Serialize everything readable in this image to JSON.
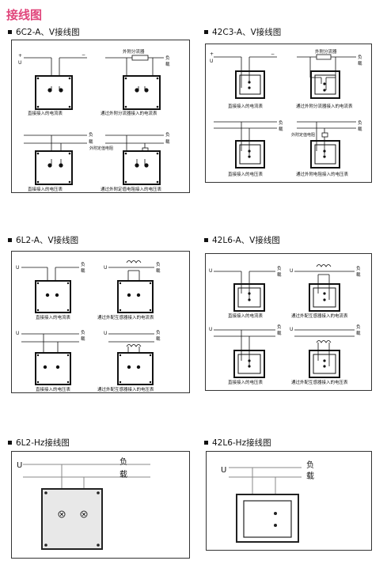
{
  "page_title": "接线图",
  "sections": {
    "s1": {
      "title": "6C2-A、V接线图",
      "captions": [
        "直接接入的电流表",
        "通过外附分流器接入的电流表",
        "直接接入的电压表",
        "通过外附定值电阻接入的电压表"
      ],
      "shunt_label": "外附分流器",
      "resistor_label": "外附定值电阻"
    },
    "s2": {
      "title": "42C3-A、V接线图",
      "captions": [
        "直接接入的电流表",
        "通过外附分流器接入的电流表",
        "直接接入的电压表",
        "通过外附电阻接入的电压表"
      ],
      "shunt_label": "外附分流器",
      "resistor_label": "外附定值电阻"
    },
    "s3": {
      "title": "6L2-A、V接线图",
      "captions": [
        "直接接入的电流表",
        "通过外配互感器接入的电流表",
        "直接接入的电压表",
        "通过外配互感器接入的电压表"
      ]
    },
    "s4": {
      "title": "42L6-A、V接线图",
      "captions": [
        "直接接入的电流表",
        "通过外配互感器接入的电流表",
        "直接接入的电压表",
        "通过外配互感器接入的电压表"
      ]
    },
    "s5": {
      "title": "6L2-Hz接线图"
    },
    "s6": {
      "title": "42L6-Hz接线图"
    }
  },
  "labels": {
    "u": "U",
    "load_1": "负",
    "load_2": "载",
    "plus": "+",
    "minus": "−"
  }
}
